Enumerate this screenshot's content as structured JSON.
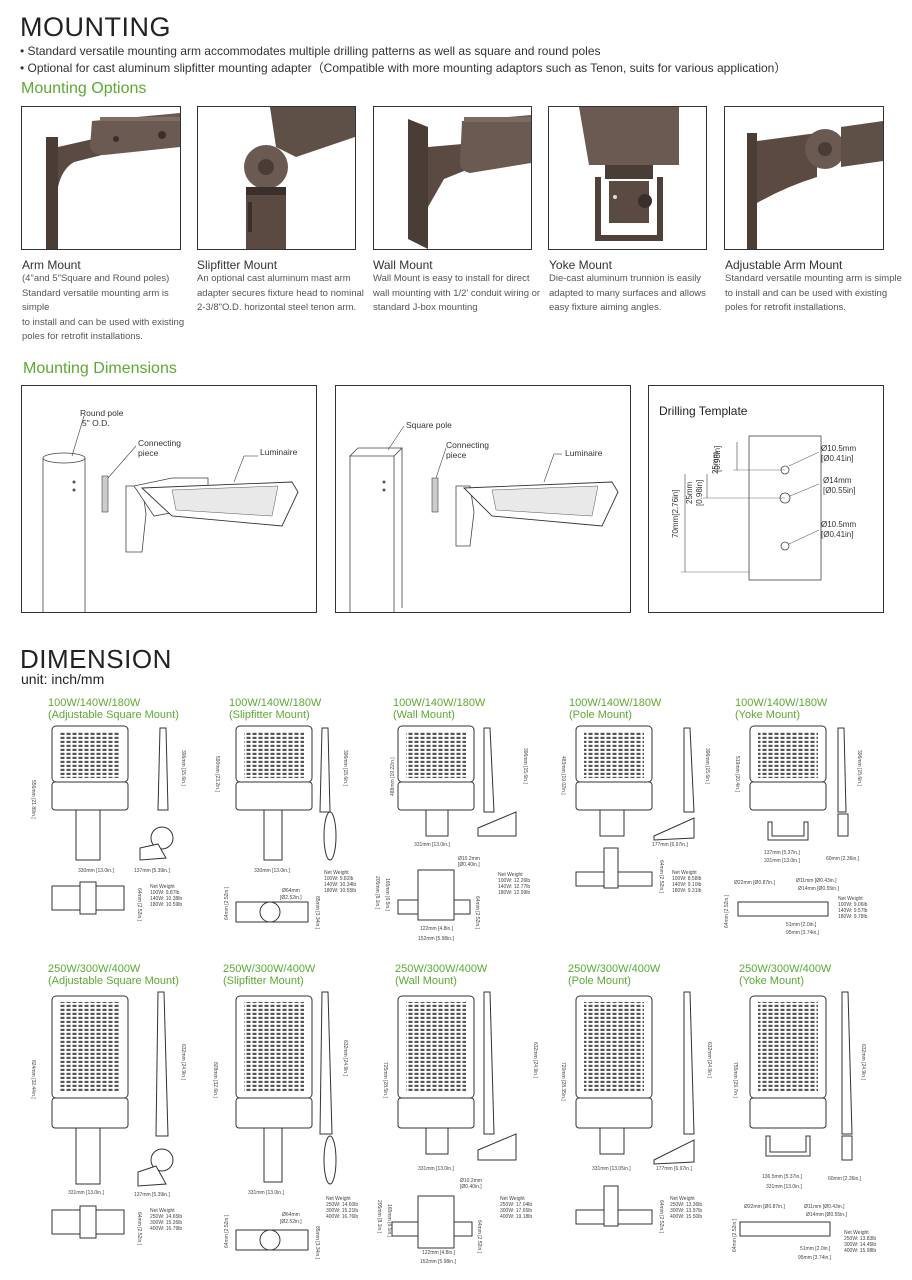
{
  "mounting": {
    "title": "MOUNTING",
    "bullets": [
      "• Standard versatile mounting arm accommodates multiple drilling patterns as well as square and round poles",
      "• Optional for cast aluminum slipfitter mounting adapter（Compatible with more mounting adaptors such as Tenon, suits for various application）"
    ]
  },
  "options": {
    "heading": "Mounting Options",
    "items": [
      {
        "title": "Arm Mount",
        "desc": [
          "(4\"and 5\"Square and Round poles)",
          "Standard versatile mounting arm is simple",
          "to install and can be used with existing",
          "poles for retrofit installations."
        ]
      },
      {
        "title": "Slipfitter Mount",
        "desc": [
          "An optional cast aluminum mast arm",
          "adapter secures fixture head to nominal",
          "2-3/8\"O.D. horizontal steel tenon arm."
        ]
      },
      {
        "title": "Wall Mount",
        "desc": [
          "Wall Mount is easy to install for direct",
          "wall mounting with 1/2' conduit wiring or",
          "standard J-box mounting"
        ]
      },
      {
        "title": "Yoke Mount",
        "desc": [
          "Die-cast aluminum trunnion is easily",
          "adapted to many surfaces and allows",
          "easy fixture aiming angles."
        ]
      },
      {
        "title": "Adjustable Arm Mount",
        "desc": [
          "Standard versatile mounting arm is simple",
          "to install and can be used with existing",
          "poles for retrofit installations."
        ]
      }
    ]
  },
  "dims": {
    "heading": "Mounting Dimensions",
    "round": {
      "pole": "Round pole",
      "pole2": "5\" O.D.",
      "piece": "Connecting",
      "piece2": "piece",
      "lum": "Luminaire"
    },
    "square": {
      "pole": "Square pole",
      "piece": "Connecting",
      "piece2": "piece",
      "lum": "Luminaire"
    },
    "drill": {
      "title": "Drilling Template",
      "h1a": "25mm",
      "h1b": "[0.98in]",
      "h2a": "25mm",
      "h2b": "[0.98in]",
      "h3": "70mm[2.76in]",
      "c1a": "Ø10.5mm",
      "c1b": "[Ø0.41in]",
      "c2a": "Ø14mm",
      "c2b": "[Ø0.55in]",
      "c3a": "Ø10.5mm",
      "c3b": "[Ø0.41in]"
    }
  },
  "dimension": {
    "title": "DIMENSION",
    "unit": "unit: inch/mm",
    "row1": [
      {
        "w": "100W/140W/180W",
        "m": "(Adjustable Square Mount)",
        "h": "556mm [21.89in.]",
        "s": "396mm [15.6in.]",
        "b": "330mm [13.0in.]",
        "b2": "137mm [5.39in.]",
        "nw": [
          "Net Weight",
          "100W: 9.87lb",
          "140W: 10.38lb",
          "180W: 10.59lb"
        ],
        "d": "64mm [2.52in.]"
      },
      {
        "w": "100W/140W/180W",
        "m": "(Slipfitter Mount)",
        "h": "590mm [23.2in.]",
        "s": "396mm [15.6in.]",
        "b": "330mm [13.0in.]",
        "nw": [
          "Net Weight",
          "100W: 9.82lb",
          "140W: 10.34lb",
          "180W: 10.55lb"
        ],
        "d1": "Ø64mm",
        "d2": "[Ø2.52in.]",
        "d3": "64mm [2.52in.]",
        "d4": "85mm [3.34in.]"
      },
      {
        "w": "100W/140W/180W",
        "m": "(Wall  Mount)",
        "h": "488mm [19.22in.]",
        "s": "396mm [15.6in.]",
        "b": "331mm [13.0in.]",
        "nw": [
          "Net Weight",
          "100W: 12.26lb",
          "140W: 12.77lb",
          "180W: 12.99lb"
        ],
        "d1": "Ø10.2mm",
        "d2": "[Ø0.40in.]",
        "d3": "64mm [2.52in.]",
        "d4": "122mm [4.8in.]",
        "d5": "152mm [5.98in.]",
        "d6": "165mm [6.5in.]",
        "d7": "205mm [8.1in.]"
      },
      {
        "w": "100W/140W/180W",
        "m": "(Pole Mount)",
        "h": "483mm [19.02in.]",
        "s": "396mm [15.6in.]",
        "b": "177mm [6.97in.]",
        "nw": [
          "Net Weight",
          "100W: 8.58lb",
          "140W: 9.10lb",
          "180W: 9.31lb"
        ],
        "d": "64mm [2.52in.]"
      },
      {
        "w": "100W/140W/180W",
        "m": "(Yoke Mount)",
        "h": "519mm [20.4in.]",
        "s": "396mm [15.6in.]",
        "b": "137mm [5.37in.]",
        "b2": "331mm [13.0in.]",
        "b3": "60mm [2.36in.]",
        "nw": [
          "Net Weight",
          "100W: 9.06lb",
          "140W: 9.57lb",
          "180W: 9.78lb"
        ],
        "d1": "Ø22mm [Ø0.87in.]",
        "d2": "Ø11mm [Ø0.43in.]",
        "d3": "Ø14mm [Ø0.55in.]",
        "d4": "51mm [2.0in.]",
        "d5": "95mm [3.74in.]",
        "d6": "64mm [2.52in.]"
      }
    ],
    "row2": [
      {
        "w": "250W/300W/400W",
        "m": "(Adjustable Square Mount)",
        "h": "824mm [32.44in.]",
        "s": "632mm [24.9in.]",
        "b": "331mm [13.0in.]",
        "b2": "137mm [5.39in.]",
        "nw": [
          "Net Weight",
          "250W: 14.65lb",
          "300W: 15.26lb",
          "400W: 16.79lb"
        ],
        "d": "64mm [2.52in.]"
      },
      {
        "w": "250W/300W/400W",
        "m": "(Slipfitter Mount)",
        "h": "828mm [32.6in.]",
        "s": "632mm [24.9in.]",
        "b": "331mm [13.0in.]",
        "nw": [
          "Net Weight",
          "250W: 14.60lb",
          "300W: 15.21lb",
          "400W: 16.76lb"
        ],
        "d1": "Ø64mm",
        "d2": "[Ø2.52in.]",
        "d3": "64mm [2.52in.]",
        "d4": "85mm [3.34in.]"
      },
      {
        "w": "250W/300W/400W",
        "m": "(Wall  Mount)",
        "h": "725mm [28.5in.]",
        "s": "632mm [24.9in.]",
        "b": "331mm [13.0in.]",
        "nw": [
          "Net Weight",
          "250W: 17.04lb",
          "300W: 17.65lb",
          "400W: 19.18lb"
        ],
        "d1": "Ø10.2mm",
        "d2": "[Ø0.40in.]",
        "d3": "64mm [2.52in.]",
        "d4": "122mm [4.8in.]",
        "d5": "152mm [5.98in.]",
        "d6": "165mm [6.5in.]",
        "d7": "205mm [8.1in.]"
      },
      {
        "w": "250W/300W/400W",
        "m": "(Pole Mount)",
        "h": "720mm [28.35in.]",
        "s": "632mm [24.9in.]",
        "b": "331mm [13.05in.]",
        "b2": "177mm [6.97in.]",
        "nw": [
          "Net Weight",
          "250W: 13.36lb",
          "300W: 13.97lb",
          "400W: 15.50lb"
        ],
        "d": "64mm [2.52in.]"
      },
      {
        "w": "250W/300W/400W",
        "m": "(Yoke Mount)",
        "h": "755mm [29.7in.]",
        "s": "632mm [24.9in.]",
        "b": "136.5mm [5.37in.]",
        "b2": "331mm [13.0in.]",
        "b3": "60mm [2.36in.]",
        "nw": [
          "Net Weight",
          "250W: 13.83lb",
          "300W: 14.45lb",
          "400W: 15.98lb"
        ],
        "d1": "Ø22mm [Ø0.87in.]",
        "d2": "Ø11mm [Ø0.43in.]",
        "d3": "Ø14mm [Ø0.55in.]",
        "d4": "51mm [2.0in.]",
        "d5": "95mm [3.74in.]",
        "d6": "64mm [2.52in.]"
      }
    ]
  }
}
